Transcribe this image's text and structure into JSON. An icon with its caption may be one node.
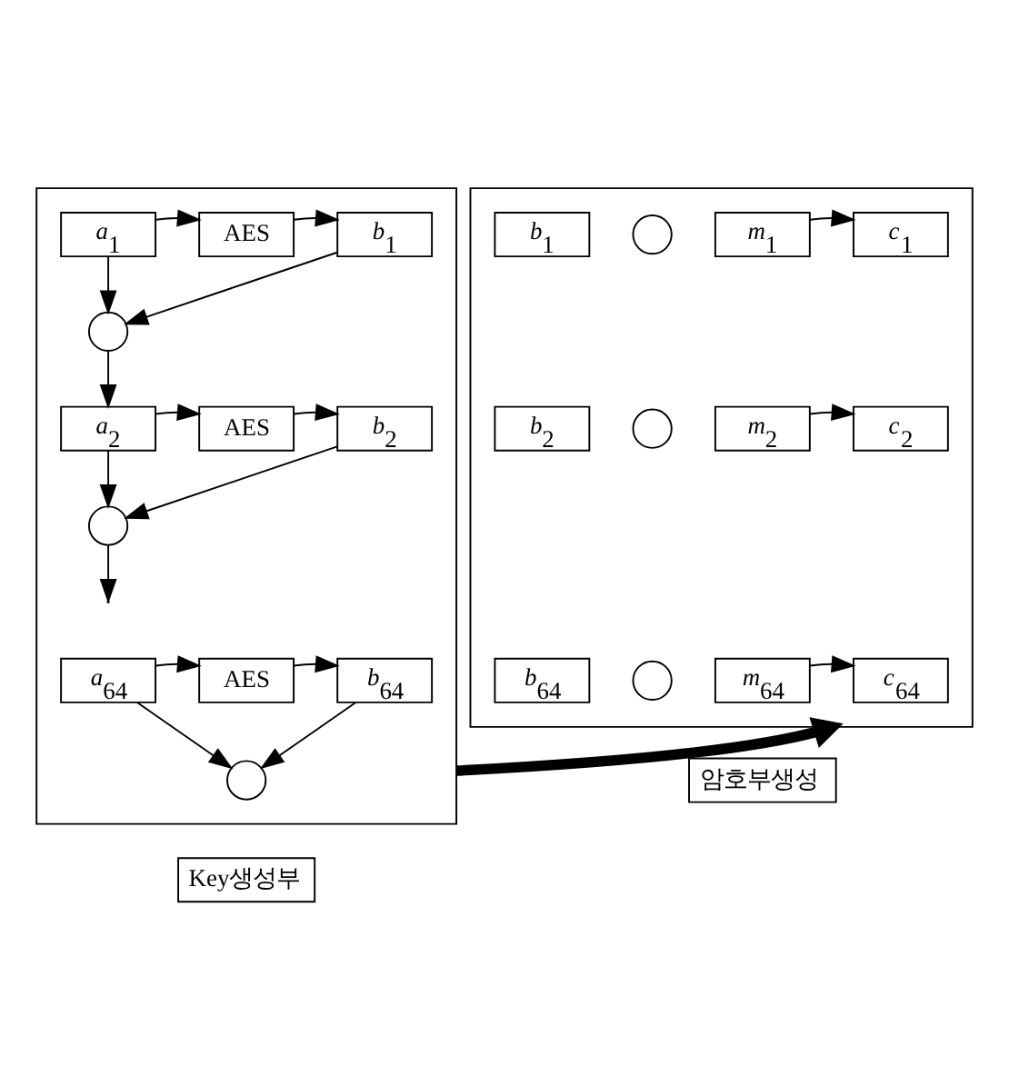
{
  "diagram": {
    "nodes": [
      {
        "text": [],
        "shape": "box"
      },
      {
        "text": [
          "*a*$_{1}$"
        ],
        "in": 0
      },
      {
        "text": [
          "AES"
        ],
        "in": 0
      },
      {
        "text": [
          "*b*$_{1}$"
        ],
        "in": 0
      },
      {
        "text": [],
        "shape": "circle",
        "in": 0
      },
      {
        "text": [
          "*a*$_{2}$"
        ],
        "in": 0
      },
      {
        "text": [
          "AES"
        ],
        "in": 0
      },
      {
        "text": [
          "*b*$_{2}$"
        ],
        "in": 0
      },
      {
        "text": [],
        "shape": "circle",
        "in": 0
      },
      {
        "text": [
          "*a*$_{64}$"
        ],
        "in": 0
      },
      {
        "text": [
          "AES"
        ],
        "in": 0
      },
      {
        "text": [
          "*b*$_{64}$"
        ],
        "in": 0
      },
      {
        "text": [],
        "shape": "circle",
        "in": 0
      },
      {
        "text": [],
        "shape": "box"
      },
      {
        "text": [
          "*b*$_{1}$"
        ],
        "in": 13
      },
      {
        "text": [],
        "shape": "circle",
        "in": 13
      },
      {
        "text": [
          "*m*$_{1}$"
        ],
        "in": 13
      },
      {
        "text": [
          "*c*$_{1}$"
        ],
        "in": 13
      },
      {
        "text": [
          "*b*$_{2}$"
        ],
        "in": 13
      },
      {
        "text": [],
        "shape": "circle",
        "in": 13
      },
      {
        "text": [
          "*m*$_{2}$"
        ],
        "in": 13
      },
      {
        "text": [
          "*c*$_{2}$"
        ],
        "in": 13
      },
      {
        "text": [
          "*b*$_{64}$"
        ],
        "in": 13
      },
      {
        "text": [],
        "shape": "circle",
        "in": 13
      },
      {
        "text": [
          "*m*$_{64}$"
        ],
        "in": 13
      },
      {
        "text": [
          "*c*$_{64}$"
        ],
        "in": 13
      },
      {
        "text": [
          "Key생성부"
        ]
      },
      {
        "text": [
          "암호부생성"
        ]
      }
    ],
    "edges": [
      {
        "from": 1,
        "to": 2,
        "arrow": "to"
      },
      {
        "from": 2,
        "to": 3,
        "arrow": "to"
      },
      {
        "from": 1,
        "to": 4,
        "arrow": "to"
      },
      {
        "from": 3,
        "to": 4,
        "arrow": "to"
      },
      {
        "from": 4,
        "to": 5,
        "arrow": "to"
      },
      {
        "from": 5,
        "to": 6,
        "arrow": "to"
      },
      {
        "from": 6,
        "to": 7,
        "arrow": "to"
      },
      {
        "from": 5,
        "to": 8,
        "arrow": "to"
      },
      {
        "from": 7,
        "to": 8,
        "arrow": "to"
      },
      {
        "from": 8,
        "to": null,
        "arrow": "to"
      },
      {
        "from": 9,
        "to": 10,
        "arrow": "to"
      },
      {
        "from": 10,
        "to": 11,
        "arrow": "to"
      },
      {
        "from": 9,
        "to": 12,
        "arrow": "to"
      },
      {
        "from": 11,
        "to": 12,
        "arrow": "to"
      },
      {
        "from": 0,
        "to": 13,
        "arrow": "to",
        "style": "thick"
      },
      {
        "from": 16,
        "to": 17,
        "arrow": "to"
      },
      {
        "from": 20,
        "to": 21,
        "arrow": "to"
      },
      {
        "from": 24,
        "to": 25,
        "arrow": "to"
      }
    ]
  }
}
